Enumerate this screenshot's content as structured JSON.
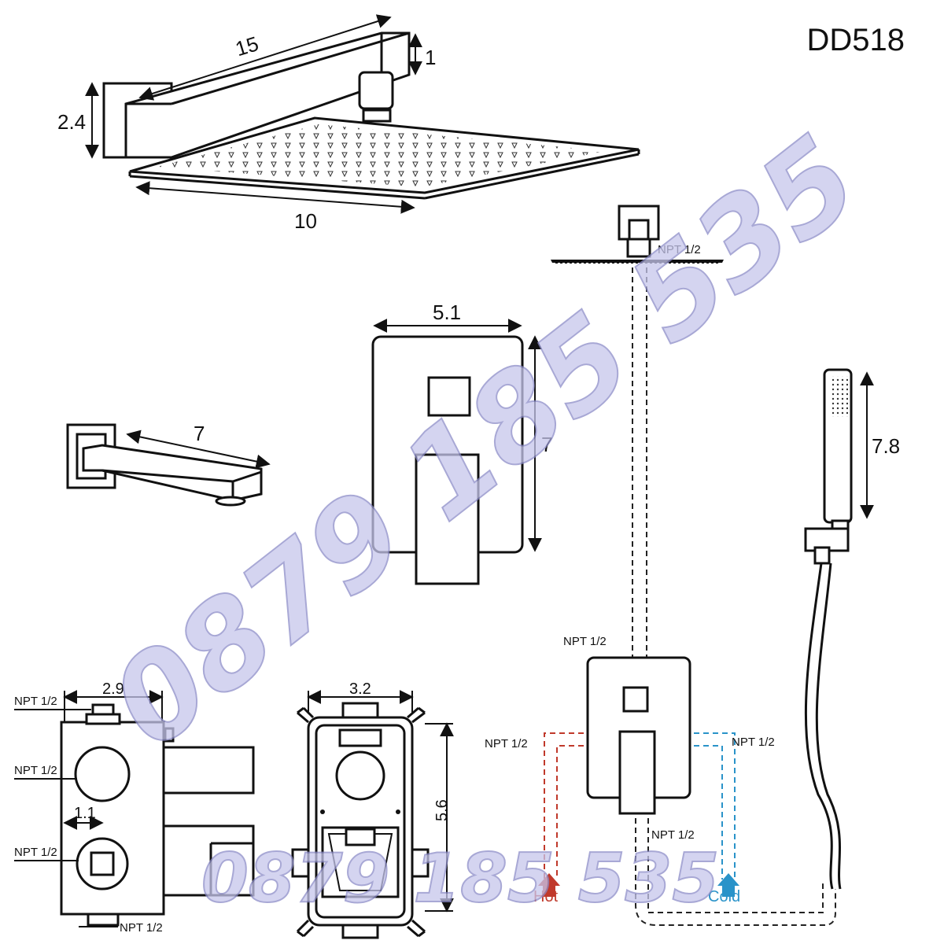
{
  "model": "DD518",
  "dimensions": {
    "arm_length": "15",
    "arm_height": "1",
    "wall_plate_height": "2.4",
    "head_width": "10",
    "trim_width": "5.1",
    "trim_height": "7",
    "spout_length": "7",
    "handshower_length": "7.8",
    "valve_side_width": "2.9",
    "valve_side_offset": "1.1",
    "valve_front_width": "3.2",
    "valve_front_height": "5.6"
  },
  "labels": {
    "npt": "NPT 1/2",
    "hot": "Hot",
    "cold": "Cold"
  },
  "watermark": {
    "diagonal": "0879 185 535",
    "bottom": "0879 185 535"
  },
  "colors": {
    "hot": "#c0392b",
    "cold": "#2a93c9",
    "watermark": "#c6c6ec"
  }
}
